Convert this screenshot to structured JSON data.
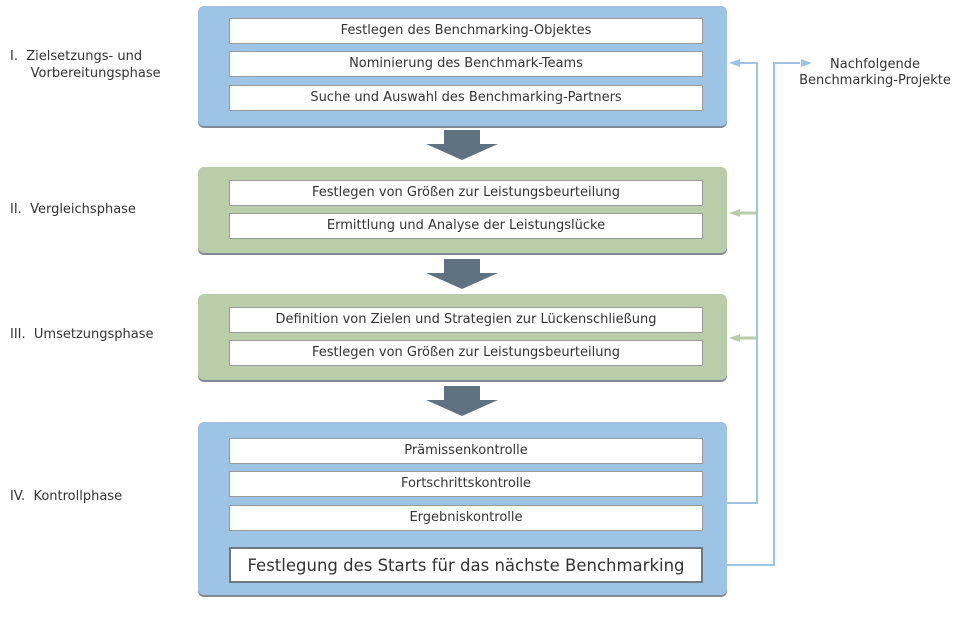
{
  "phases": [
    {
      "label": "I.  Zielsetzungs- und\n     Vorbereitungsphase",
      "items": [
        "Festlegen des Benchmarking-Objektes",
        "Nominierung des Benchmark-Teams",
        "Suche und Auswahl des Benchmarking-Partners"
      ]
    },
    {
      "label": "II.  Vergleichsphase",
      "items": [
        "Festlegen von Größen zur Leistungsbeurteilung",
        "Ermittlung und Analyse der Leistungslücke"
      ]
    },
    {
      "label": "III.  Umsetzungsphase",
      "items": [
        "Definition von Zielen und Strategien zur Lückenschließung",
        "Festlegen von Größen zur Leistungsbeurteilung"
      ]
    },
    {
      "label": "IV.  Kontrollphase",
      "items": [
        "Prämissenkontrolle",
        "Fortschrittskontrolle",
        "Ergebniskontrolle"
      ],
      "final_item": "Festlegung des Starts für das nächste Benchmarking"
    }
  ],
  "next_projects": "Nachfolgende\nBenchmarking-Projekte",
  "colors": {
    "blue": "#9dc3e5",
    "green": "#b9cea8",
    "arrow": "#5f7282"
  }
}
